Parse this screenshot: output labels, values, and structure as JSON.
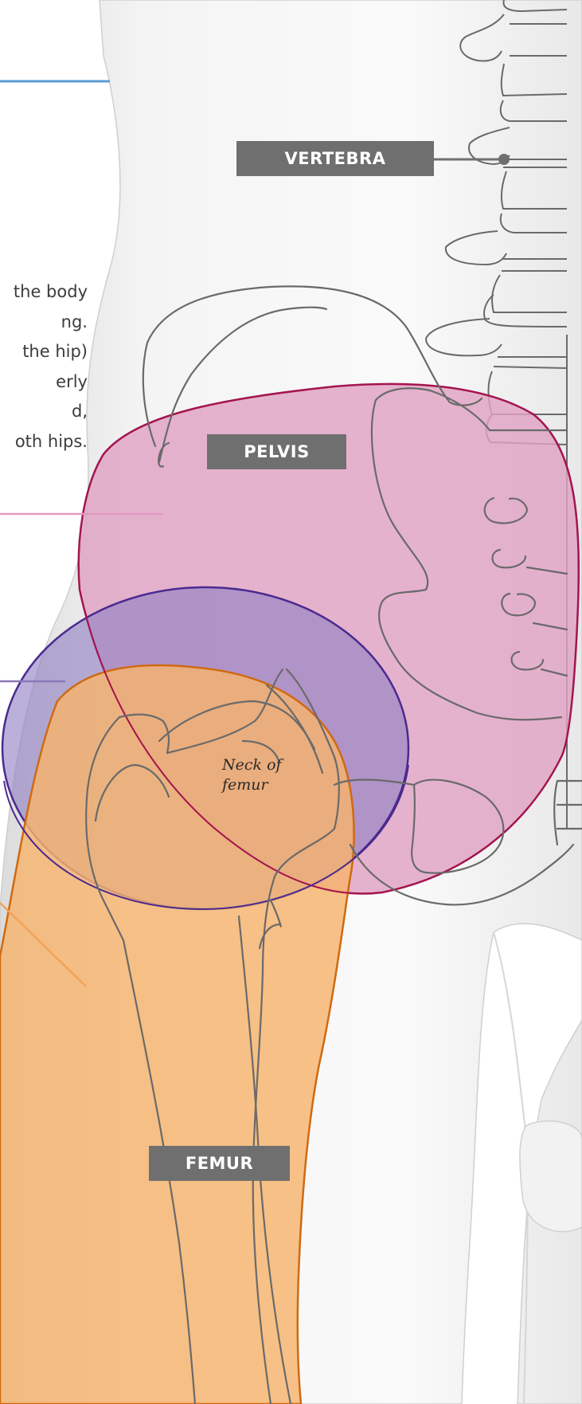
{
  "labels": {
    "vertebra": "VERTEBRA",
    "pelvis": "PELVIS",
    "femur": "FEMUR",
    "neck_of_femur_line1": "Neck of",
    "neck_of_femur_line2": "femur"
  },
  "side_text": {
    "lines": [
      "the body",
      "ng.",
      "the hip)",
      "erly",
      "d,",
      "oth hips."
    ]
  },
  "colors": {
    "label_bg": "#6f6f6f",
    "label_text": "#ffffff",
    "pelvis_fill": "#e0a2c3",
    "pelvis_stroke": "#a3154f",
    "hip_joint_fill": "#9d8bc8",
    "hip_joint_stroke": "#4b2a8f",
    "femur_fill": "#f6b36c",
    "femur_stroke": "#cf6a12",
    "bone_outline": "#6a6a6a",
    "leader_blue": "#5b9bd5",
    "leader_pink": "#e39ac2",
    "leader_purple": "#8a78b8",
    "leader_orange": "#f2a35a"
  }
}
